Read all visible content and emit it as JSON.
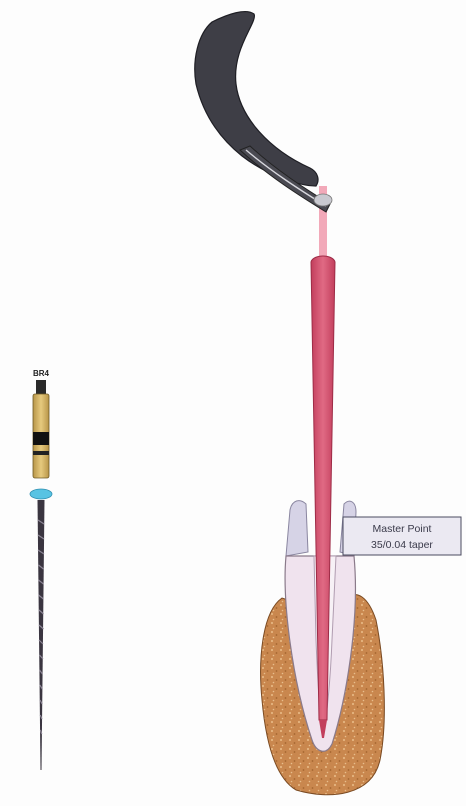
{
  "file_label": "BR4",
  "callout": {
    "line1": "Master Point",
    "line2": "35/0.04 taper"
  },
  "colors": {
    "gutta_percha": "#d8566f",
    "gutta_percha_light": "#f2a9b9",
    "handle_yellow": "#d8b766",
    "stopper_blue": "#58c3e3",
    "bone": "#c9874e",
    "tooth": "#f0e3ee",
    "plugger": "#3e3e46"
  },
  "icons": {
    "file": "endodontic-file-icon",
    "plugger": "spreader-plugger-icon",
    "cone": "gutta-percha-cone-icon",
    "tooth": "tooth-cross-section-icon"
  }
}
